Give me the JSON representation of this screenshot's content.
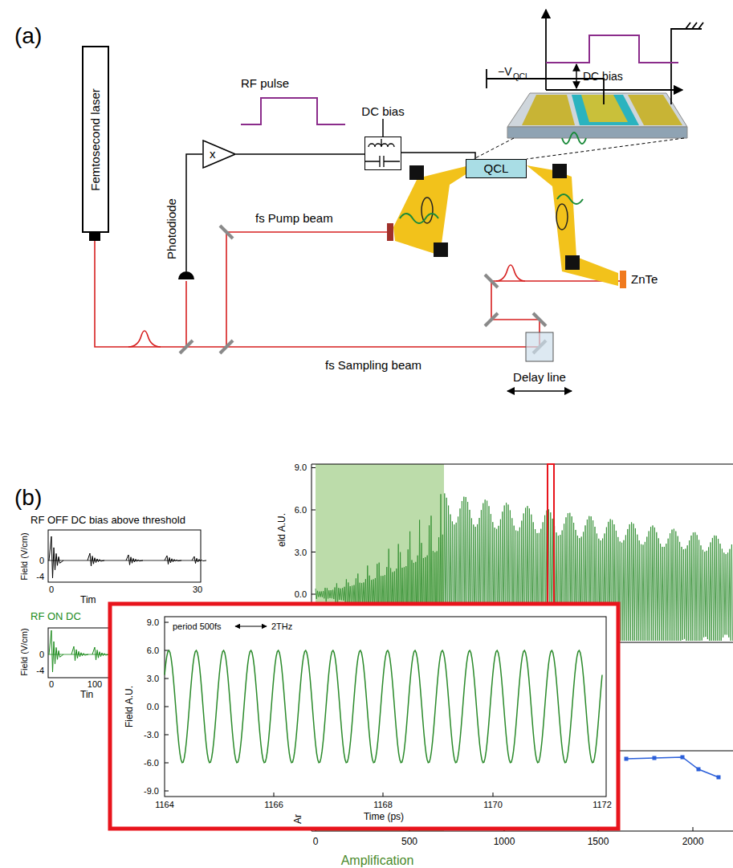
{
  "diagram": {
    "nodes": [
      {
        "text": [
          "Femtosecond laser"
        ]
      },
      {
        "text": [
          "x"
        ]
      },
      {
        "text": [
          "DC bias"
        ]
      },
      {
        "text": [
          "QCL"
        ]
      }
    ],
    "edges": [
      {
        "from": 1,
        "to": 2,
        "arrow": "none"
      },
      {
        "from": 2,
        "to": 3,
        "arrow": "none"
      }
    ],
    "labels": [
      "(a)",
      "RF pulse",
      "DC bias",
      "−V",
      "QCL",
      "Photodiode",
      "fs Pump beam",
      "ZnTe",
      "fs Sampling beam",
      "Delay line",
      "(b)",
      "RF OFF DC bias above threshold",
      "Field (V/cm)",
      "0",
      "-4",
      "0",
      "30",
      "Tim",
      "RF ON DC",
      "Field (V/cm)",
      "0",
      "-4",
      "0",
      "100",
      "Tin",
      "9.0",
      "6.0",
      "3.0",
      "0.0",
      "eld A.U.",
      "Ar",
      "0",
      "500",
      "1000",
      "1500",
      "2000",
      "Amplification",
      "period 500fs",
      "2THz",
      "9.0",
      "6.0",
      "3.0",
      "0.0",
      "-3.0",
      "-6.0",
      "-9.0",
      "Field A.U.",
      "1164",
      "1166",
      "1168",
      "1170",
      "1172",
      "Time (ps)"
    ]
  }
}
